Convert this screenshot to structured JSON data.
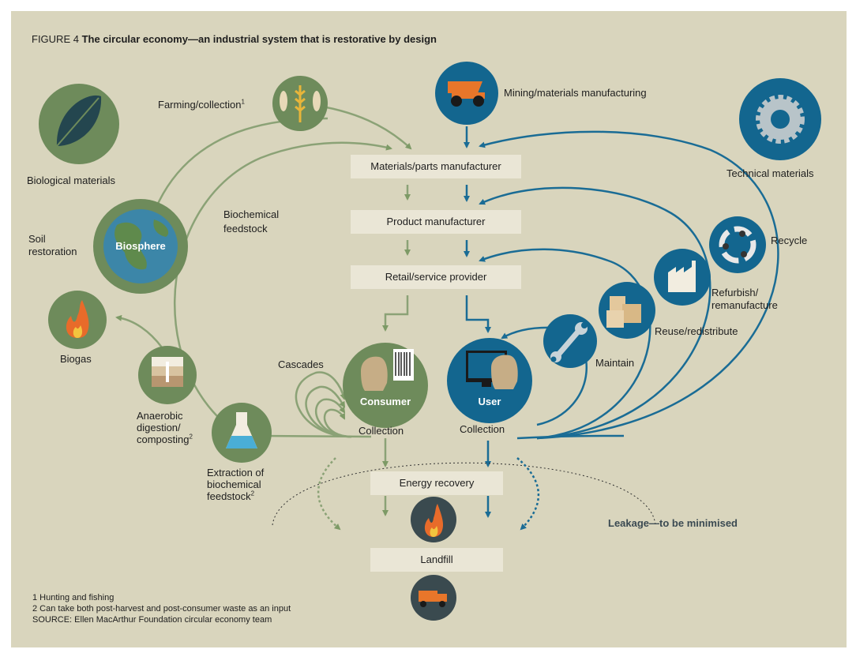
{
  "figure": {
    "prefix": "FIGURE 4",
    "title": "The circular economy—an industrial system that is restorative by design"
  },
  "biological": {
    "materials_label": "Biological materials",
    "farming_label": "Farming/collection",
    "farming_note": "1",
    "biochemical_feedstock_label": "Biochemical feedstock",
    "soil_restoration_label": "Soil restoration",
    "biosphere_label": "Biosphere",
    "biogas_label": "Biogas",
    "anaerobic_label": "Anaerobic digestion/ composting",
    "anaerobic_note": "2",
    "extraction_label": "Extraction of biochemical feedstock",
    "extraction_note": "2",
    "cascades_label": "Cascades",
    "consumer_label": "Consumer",
    "collection_label": "Collection"
  },
  "technical": {
    "mining_label": "Mining/materials manufacturing",
    "materials_label": "Technical materials",
    "recycle_label": "Recycle",
    "refurbish_label": "Refurbish/ remanufacture",
    "reuse_label": "Reuse/redistribute",
    "maintain_label": "Maintain",
    "user_label": "User",
    "collection_label": "Collection"
  },
  "chain": {
    "materials_parts": "Materials/parts manufacturer",
    "product": "Product manufacturer",
    "retail": "Retail/service provider",
    "energy_recovery": "Energy recovery",
    "landfill": "Landfill"
  },
  "leakage_label": "Leakage—to be minimised",
  "footnotes": [
    "1  Hunting and fishing",
    "2 Can take both post-harvest and post-consumer waste as an input",
    "SOURCE: Ellen MacArthur Foundation circular economy team"
  ],
  "colors": {
    "background": "#d9d5bd",
    "green": "#6e8b5b",
    "blue": "#13668f",
    "box": "#eae6d6"
  }
}
